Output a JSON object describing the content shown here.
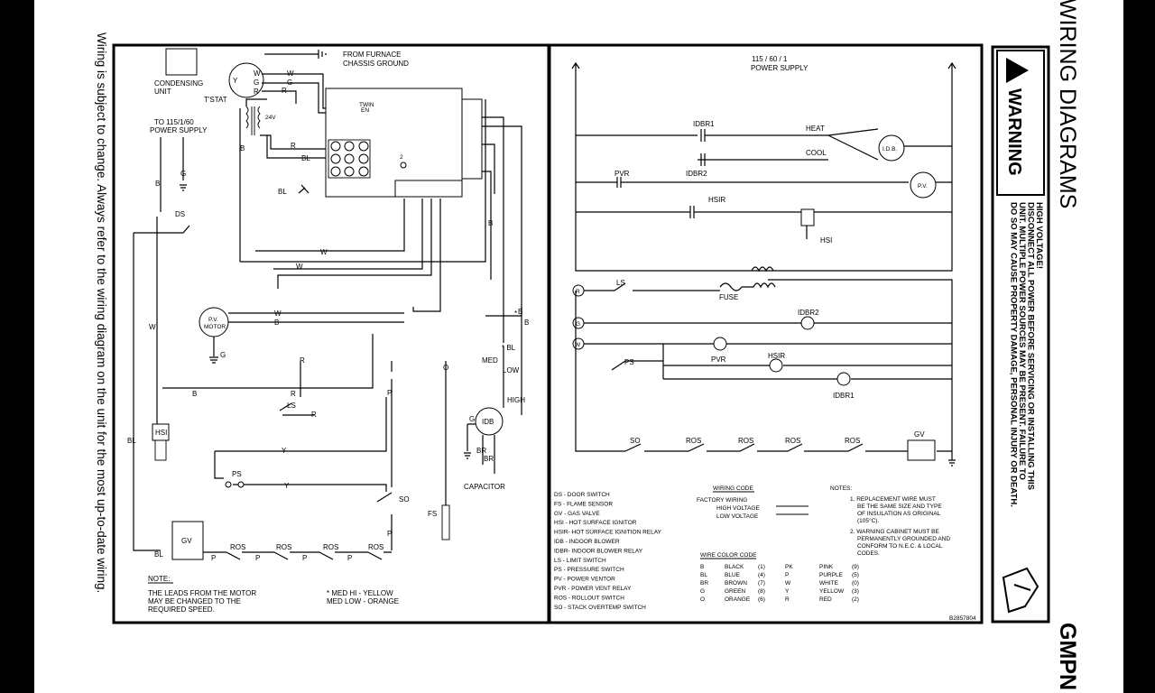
{
  "page": {
    "heading": "WIRING DIAGRAMS",
    "model": "GMPN",
    "side_note": "Wiring is subject to change.  Always refer to the wiring diagram on the unit for the most up-to-date wiring.",
    "part_number": "B2857804"
  },
  "warning": {
    "title": "WARNING",
    "lines": [
      "HIGH VOLTAGE!",
      "DISCONNECT ALL POWER BEFORE SERVICING OR INSTALLING THIS",
      "UNIT. MULTIPLE POWER SOURCES MAY BE PRESENT. FAILURE TO",
      "DO SO MAY CAUSE PROPERTY DAMAGE, PERSONAL INJURY OR DEATH."
    ]
  },
  "left_diagram": {
    "labels": {
      "condensing": "CONDENSING",
      "unit": "UNIT",
      "tstat": "T'STAT",
      "from_furnace": "FROM FURNACE",
      "chassis_ground": "CHASSIS GROUND",
      "to_power": "TO 115/1/60",
      "power_supply": "POWER SUPPLY",
      "pv_motor_1": "P.V.",
      "pv_motor_2": "MOTOR",
      "hsi": "HSI",
      "gv": "GV",
      "ps": "PS",
      "ls": "LS",
      "so": "SO",
      "fs": "FS",
      "idb": "IDB",
      "capacitor": "CAPACITOR",
      "med": "MED",
      "low": "LOW",
      "high": "HIGH",
      "ros": "ROS",
      "ds": "DS",
      "v24": "24V",
      "twin": "TWIN",
      "twin2": "EN"
    },
    "wire_tags": [
      "W",
      "G",
      "R",
      "Y",
      "W",
      "R",
      "R",
      "B",
      "BL",
      "B",
      "G",
      "B",
      "BL",
      "W",
      "W",
      "W",
      "B",
      "W",
      "B",
      "R",
      "R",
      "B",
      "BL",
      "Y",
      "Y",
      "P",
      "P",
      "P",
      "P",
      "P",
      "P",
      "P",
      "O",
      "G",
      "BR",
      "BR",
      "W",
      "B",
      "B",
      "BL",
      "W"
    ],
    "note_title": "NOTE:",
    "note_lines": [
      "THE LEADS FROM THE MOTOR",
      "MAY BE CHANGED TO THE",
      "REQUIRED SPEED."
    ],
    "speed_lines": [
      "* MED HI - YELLOW",
      "MED LOW - ORANGE"
    ]
  },
  "right_diagram": {
    "supply_1": "115 / 60 / 1",
    "supply_2": "POWER SUPPLY",
    "labels": {
      "idbr1": "IDBR1",
      "heat": "HEAT",
      "cool": "COOL",
      "idb": "I.D.B.",
      "pvr": "PVR",
      "idbr2": "IDBR2",
      "pv": "P.V.",
      "hsir": "HSIR",
      "hsi": "HSI",
      "ls": "LS",
      "fuse": "FUSE",
      "r": "R",
      "g": "G",
      "w": "W",
      "ps": "PS",
      "idbr2b": "IDBR2",
      "pvr2": "PVR",
      "hsir2": "HSIR",
      "idbr1b": "IDBR1",
      "so": "SO",
      "ros": "ROS",
      "gv": "GV"
    },
    "legend": [
      "DS - DOOR SWITCH",
      "FS - FLAME SENSOR",
      "GV - GAS VALVE",
      "HSI - HOT SURFACE IGNITOR",
      "HSIR- HOT SURFACE IGNITION RELAY",
      "IDB - INDOOR BLOWER",
      "IDBR- INDOOR BLOWER RELAY",
      "LS - LIMIT SWITCH",
      "PS - PRESSURE SWITCH",
      "PV - POWER VENTOR",
      "PVR - POWER VENT RELAY",
      "ROS - ROLLOUT SWITCH",
      "SO - STACK OVERTEMP SWITCH"
    ],
    "wiring_code": {
      "title": "WIRING CODE",
      "factory": "FACTORY WIRING",
      "high": "HIGH VOLTAGE",
      "low": "LOW VOLTAGE"
    },
    "wire_color": {
      "title": "WIRE  COLOR  CODE",
      "rows": [
        {
          "a": "B",
          "an": "BLACK",
          "ac": "(1)",
          "b": "PK",
          "bn": "PINK",
          "bc": "(9)"
        },
        {
          "a": "BL",
          "an": "BLUE",
          "ac": "(4)",
          "b": "P",
          "bn": "PURPLE",
          "bc": "(5)"
        },
        {
          "a": "BR",
          "an": "BROWN",
          "ac": "(7)",
          "b": "W",
          "bn": "WHITE",
          "bc": "(0)"
        },
        {
          "a": "G",
          "an": "GREEN",
          "ac": "(8)",
          "b": "Y",
          "bn": "YELLOW",
          "bc": "(3)"
        },
        {
          "a": "O",
          "an": "ORANGE",
          "ac": "(6)",
          "b": "R",
          "bn": "RED",
          "bc": "(2)"
        }
      ]
    },
    "notes": {
      "title": "NOTES:",
      "lines": [
        "1. REPLACEMENT WIRE MUST",
        "BE THE SAME SIZE AND TYPE",
        "OF INSULATION AS ORIGINAL",
        "(105°C).",
        "2. WARNING CABINET MUST BE",
        "PERMANENTLY GROUNDED AND",
        "CONFORM TO N.E.C. & LOCAL",
        "CODES."
      ]
    }
  }
}
